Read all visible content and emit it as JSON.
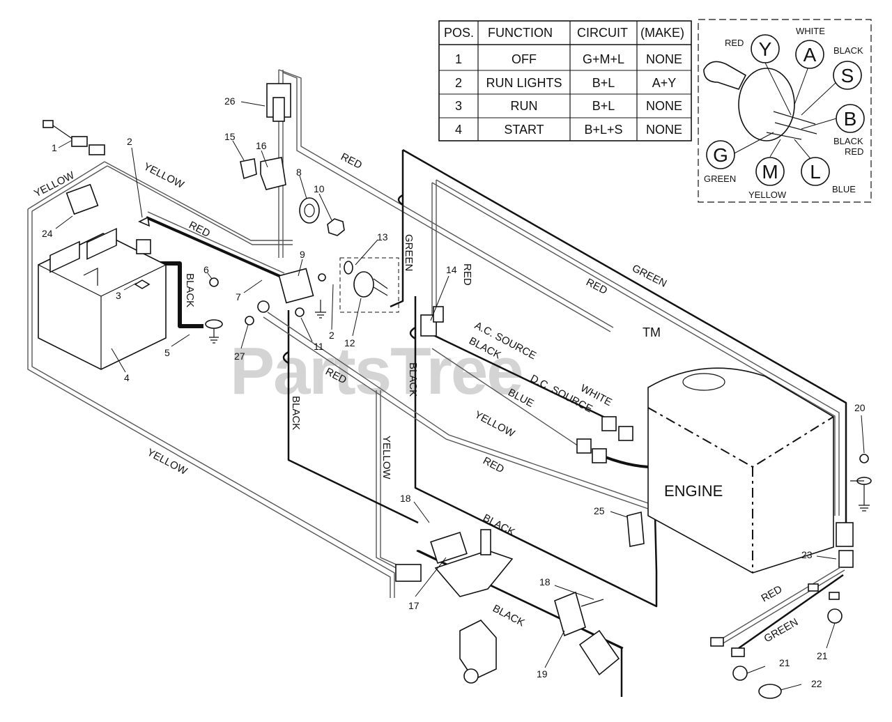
{
  "watermark": "PartsTree",
  "trademark": "TM",
  "table": {
    "headers": [
      "POS.",
      "FUNCTION",
      "CIRCUIT",
      "(MAKE)"
    ],
    "rows": [
      [
        "1",
        "OFF",
        "G+M+L",
        "NONE"
      ],
      [
        "2",
        "RUN LIGHTS",
        "B+L",
        "A+Y"
      ],
      [
        "3",
        "RUN",
        "B+L",
        "NONE"
      ],
      [
        "4",
        "START",
        "B+L+S",
        "NONE"
      ]
    ]
  },
  "switch_terminals": {
    "Y": {
      "letter": "Y",
      "color_label": "RED"
    },
    "A": {
      "letter": "A",
      "color_label": "WHITE"
    },
    "S": {
      "letter": "S",
      "color_label": "BLACK"
    },
    "B": {
      "letter": "B",
      "color_label_1": "BLACK",
      "color_label_2": "RED"
    },
    "G": {
      "letter": "G",
      "color_label": "GREEN"
    },
    "M": {
      "letter": "M",
      "color_label": "YELLOW"
    },
    "L": {
      "letter": "L",
      "color_label": "BLUE"
    }
  },
  "wire_labels": {
    "yellow_1": "YELLOW",
    "yellow_2": "YELLOW",
    "yellow_3": "YELLOW",
    "yellow_4": "YELLOW",
    "yellow_5": "YELLOW",
    "red_1": "RED",
    "red_2": "RED",
    "red_3": "RED",
    "red_4": "RED",
    "red_5": "RED",
    "red_6": "RED",
    "red_7": "RED",
    "green_1": "GREEN",
    "green_2": "GREEN",
    "green_3": "GREEN",
    "black_1": "BLACK",
    "black_2": "BLACK",
    "black_3": "BLACK",
    "black_4": "BLACK",
    "black_5": "BLACK",
    "black_6": "BLACK",
    "blue_1": "BLUE",
    "white_1": "WHITE",
    "ac_source": "A.C. SOURCE",
    "dc_source": "D.C. SOURCE",
    "engine": "ENGINE"
  },
  "part_numbers": {
    "p1": "1",
    "p2a": "2",
    "p2b": "2",
    "p3": "3",
    "p4": "4",
    "p5": "5",
    "p6": "6",
    "p7": "7",
    "p8": "8",
    "p9": "9",
    "p10": "10",
    "p11": "11",
    "p12": "12",
    "p13": "13",
    "p14": "14",
    "p15": "15",
    "p16": "16",
    "p17": "17",
    "p18a": "18",
    "p18b": "18",
    "p19": "19",
    "p20": "20",
    "p21a": "21",
    "p21b": "21",
    "p22": "22",
    "p23": "23",
    "p24": "24",
    "p25": "25",
    "p26": "26",
    "p27": "27"
  }
}
